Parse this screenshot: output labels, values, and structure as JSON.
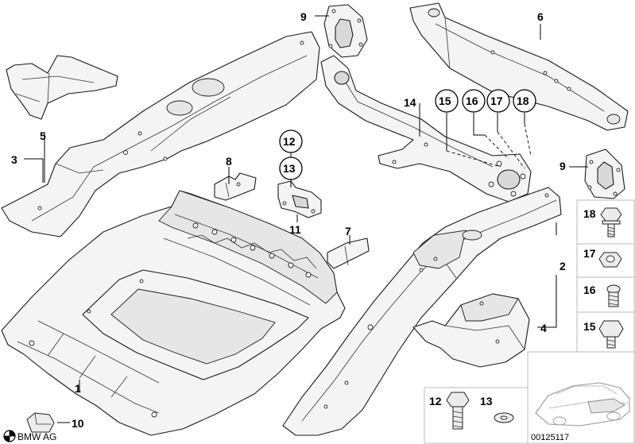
{
  "callouts": {
    "c1": "1",
    "c2": "2",
    "c3": "3",
    "c4": "4",
    "c5": "5",
    "c6": "6",
    "c7": "7",
    "c8": "8",
    "c9a": "9",
    "c9b": "9",
    "c10": "10",
    "c11": "11",
    "c12": "12",
    "c13": "13",
    "c14": "14",
    "c15": "15",
    "c16": "16",
    "c17": "17",
    "c18": "18"
  },
  "hardware_panel": {
    "h18": "18",
    "h17": "17",
    "h16": "16",
    "h15": "15",
    "h12": "12",
    "h13": "13"
  },
  "brand": "BMW AG",
  "reference_number": "00125117",
  "colors": {
    "line": "#1a1a1a",
    "fill": "#f4f4f4",
    "shade": "#d9d9d9"
  }
}
